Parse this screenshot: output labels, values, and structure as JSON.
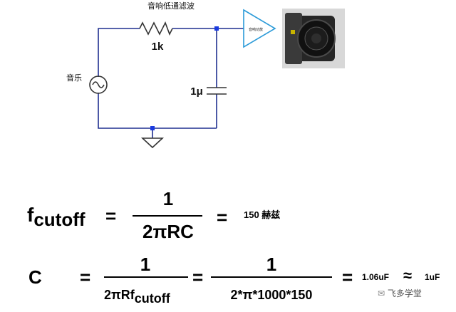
{
  "circuit": {
    "title": "音响低通滤波",
    "resistor_label": "1k",
    "capacitor_label": "1μ",
    "source_label": "音乐",
    "amplifier_label": "音响功放"
  },
  "formula1": {
    "lhs_base": "f",
    "lhs_sub": "cutoff",
    "equals": "=",
    "numerator": "1",
    "denominator": "2πRC",
    "equals2": "=",
    "result": "150 赫兹"
  },
  "formula2": {
    "lhs": "C",
    "equals": "=",
    "numerator1": "1",
    "denominator1_base": "2πRf",
    "denominator1_sub": "cutoff",
    "equals2": "=",
    "numerator2": "1",
    "denominator2": "2*π*1000*150",
    "equals3": "=",
    "result": "1.06uF",
    "approx": "≈",
    "approx_result": "1uF"
  },
  "watermark": {
    "text": "飞多学堂"
  },
  "colors": {
    "wire": "#1f2f8f",
    "node": "#1a3adf"
  }
}
